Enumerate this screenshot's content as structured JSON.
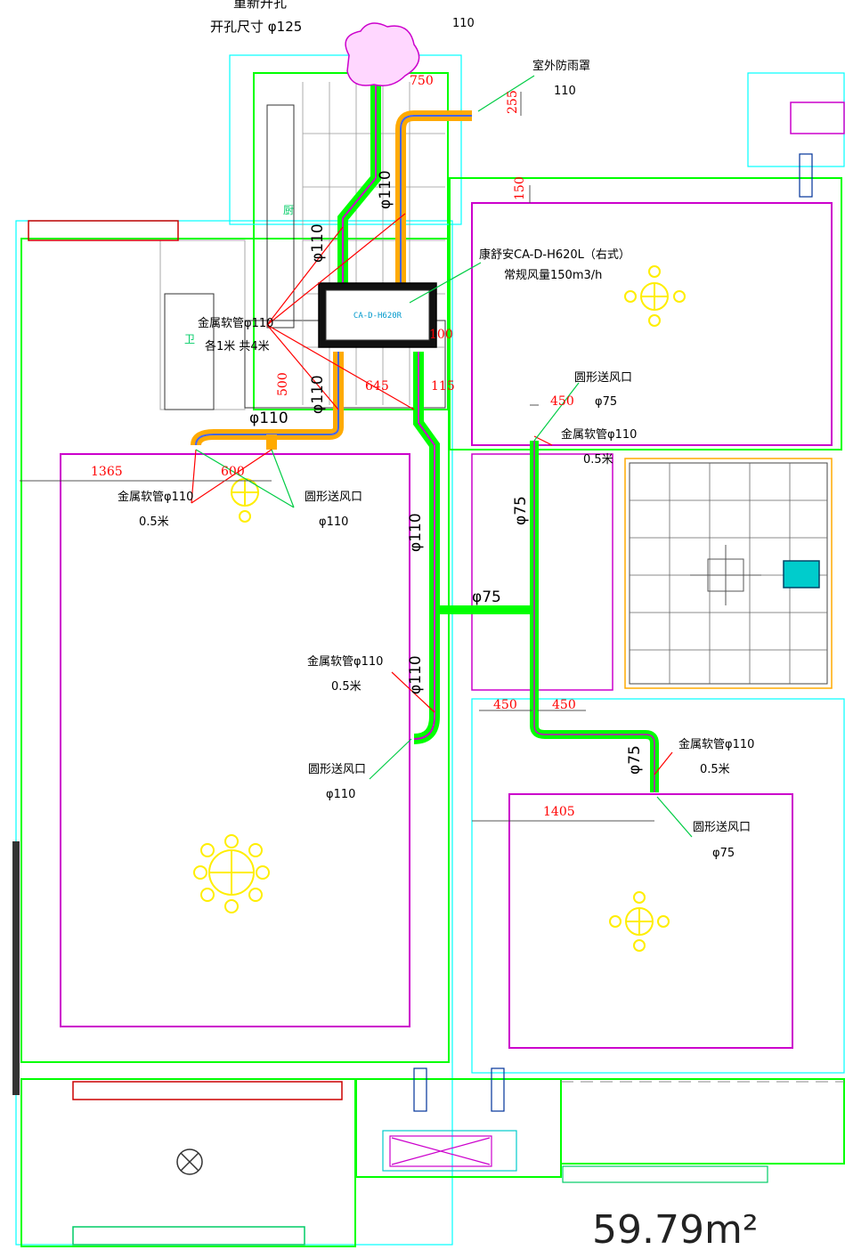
{
  "labels": {
    "top_hole_1": "重新开孔",
    "top_hole_2": "开孔尺寸 φ125",
    "top_cap_code": "110",
    "cap_right_1": "室外防雨罩",
    "cap_right_2": "110",
    "unit_1": "康舒安CA-D-H620L（右式）",
    "unit_2": "常规风量150m3/h",
    "unit_body": "CA-D-H620R",
    "hose_unit_1": "金属软管φ110",
    "hose_unit_2": "各1米 共4米",
    "room_a": "厨",
    "room_b": "卫",
    "outlet_tr_1": "圆形送风口",
    "outlet_tr_2": "φ75",
    "hose_tr_1": "金属软管φ110",
    "hose_tr_2": "0.5米",
    "hose_left_1": "金属软管φ110",
    "hose_left_2": "0.5米",
    "outlet_left_1": "圆形送风口",
    "outlet_left_2": "φ110",
    "hose_mid_1": "金属软管φ110",
    "hose_mid_2": "0.5米",
    "outlet_mid_1": "圆形送风口",
    "outlet_mid_2": "φ110",
    "hose_br_1": "金属软管φ110",
    "hose_br_2": "0.5米",
    "outlet_br_1": "圆形送风口",
    "outlet_br_2": "φ75",
    "area": "59.79m²"
  },
  "dims": {
    "d750": "750",
    "d255": "255",
    "d150": "150",
    "d100": "100",
    "d500": "500",
    "d645": "645",
    "d115": "115",
    "d1365": "1365",
    "d600": "600",
    "d450a": "450",
    "d450b": "450",
    "d450c": "450",
    "d1405": "1405"
  },
  "pipes": {
    "p1": "φ110",
    "p2": "φ110",
    "p3": "φ110",
    "p4": "φ110",
    "p5": "φ110",
    "p6": "φ110",
    "p7": "φ75",
    "p8": "φ75",
    "p9": "φ75"
  },
  "colors": {
    "wall_green": "#00ff00",
    "wall_cyan": "#00ffff",
    "wall_magenta": "#cc00cc",
    "pipe_orange": "#ffaa00",
    "dim_red": "#ff0000",
    "light_yellow": "#ffee00",
    "unit_dark": "#111111"
  }
}
